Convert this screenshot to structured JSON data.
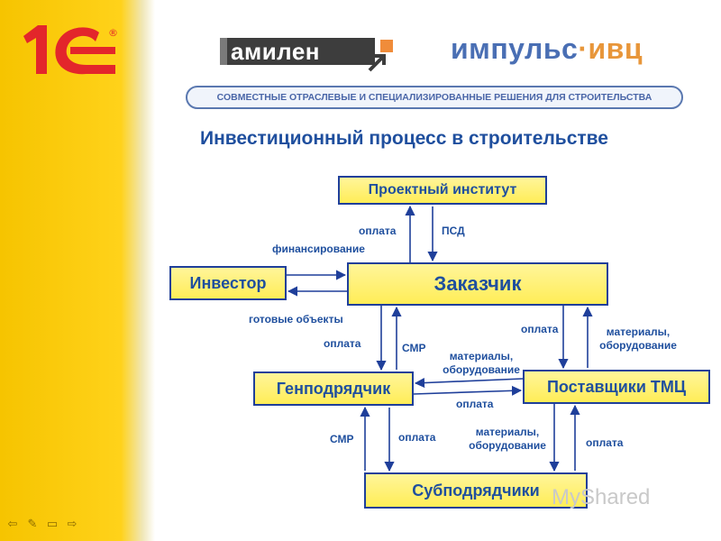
{
  "brand": {
    "logo_1c": "1C",
    "logo_1c_mark": "®",
    "amilen": "амилен",
    "impuls_a": "импульс",
    "impuls_dot": "·",
    "impuls_b": "ивц",
    "tagline": "СОВМЕСТНЫЕ ОТРАСЛЕВЫЕ И СПЕЦИАЛИЗИРОВАННЫЕ РЕШЕНИЯ ДЛЯ СТРОИТЕЛЬСТВА"
  },
  "title": "Инвестиционный процесс в строительстве",
  "nodes": {
    "project_institute": "Проектный институт",
    "investor": "Инвестор",
    "customer": "Заказчик",
    "general_contractor": "Генподрядчик",
    "suppliers": "Поставщики ТМЦ",
    "subcontractors": "Субподрядчики"
  },
  "labels": {
    "payment_project": "оплата",
    "psd": "ПСД",
    "financing": "финансирование",
    "ready_objects": "готовые объекты",
    "payment_gen": "оплата",
    "smr_gen": "СМР",
    "materials_gen_line1": "материалы,",
    "materials_gen_line2": "оборудование",
    "payment_supplier": "оплата",
    "materials_customer_line1": "материалы,",
    "materials_customer_line2": "оборудование",
    "payment_gen_supplier": "оплата",
    "smr_sub": "СМР",
    "payment_sub": "оплата",
    "materials_sub_line1": "материалы,",
    "materials_sub_line2": "оборудование",
    "payment_sub_supplier": "оплата"
  },
  "watermark": "MyShared",
  "colors": {
    "stripe": "#ffd21a",
    "box_fill": "#ffef5c",
    "box_border": "#1f3f9a",
    "text_blue": "#1f4f9e",
    "arrow": "#1f3f9a",
    "logo_red": "#e3262b"
  }
}
